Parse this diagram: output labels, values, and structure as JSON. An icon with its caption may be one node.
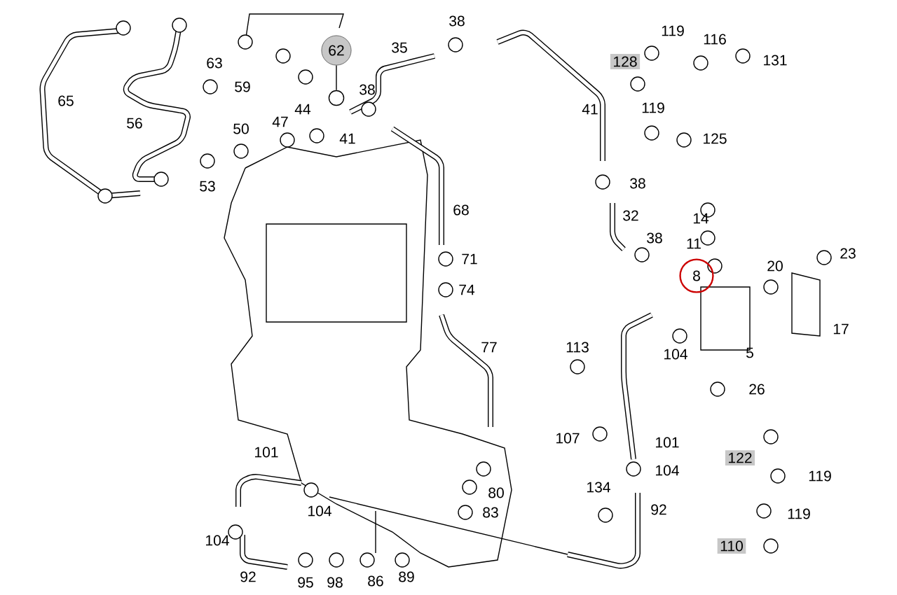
{
  "diagram": {
    "nodes": [
      {
        "text": [
          "62"
        ]
      },
      {
        "text": [
          "128"
        ]
      },
      {
        "text": [
          "8"
        ]
      },
      {
        "text": [
          "122"
        ]
      },
      {
        "text": [
          "110"
        ]
      },
      {
        "text": [],
        "shape": "circle"
      }
    ],
    "edges": [
      {
        "from": 0,
        "to": 5,
        "arrow": "none"
      }
    ],
    "labels": [
      "38",
      "119",
      "116",
      "35",
      "63",
      "131",
      "59",
      "38",
      "65",
      "44",
      "41",
      "119",
      "56",
      "50",
      "47",
      "41",
      "125",
      "53",
      "38",
      "68",
      "32",
      "14",
      "38",
      "11",
      "71",
      "20",
      "23",
      "74",
      "17",
      "77",
      "113",
      "104",
      "5",
      "26",
      "101",
      "107",
      "101",
      "104",
      "119",
      "80",
      "134",
      "104",
      "83",
      "92",
      "119",
      "104",
      "92",
      "95",
      "98",
      "86",
      "89"
    ]
  }
}
